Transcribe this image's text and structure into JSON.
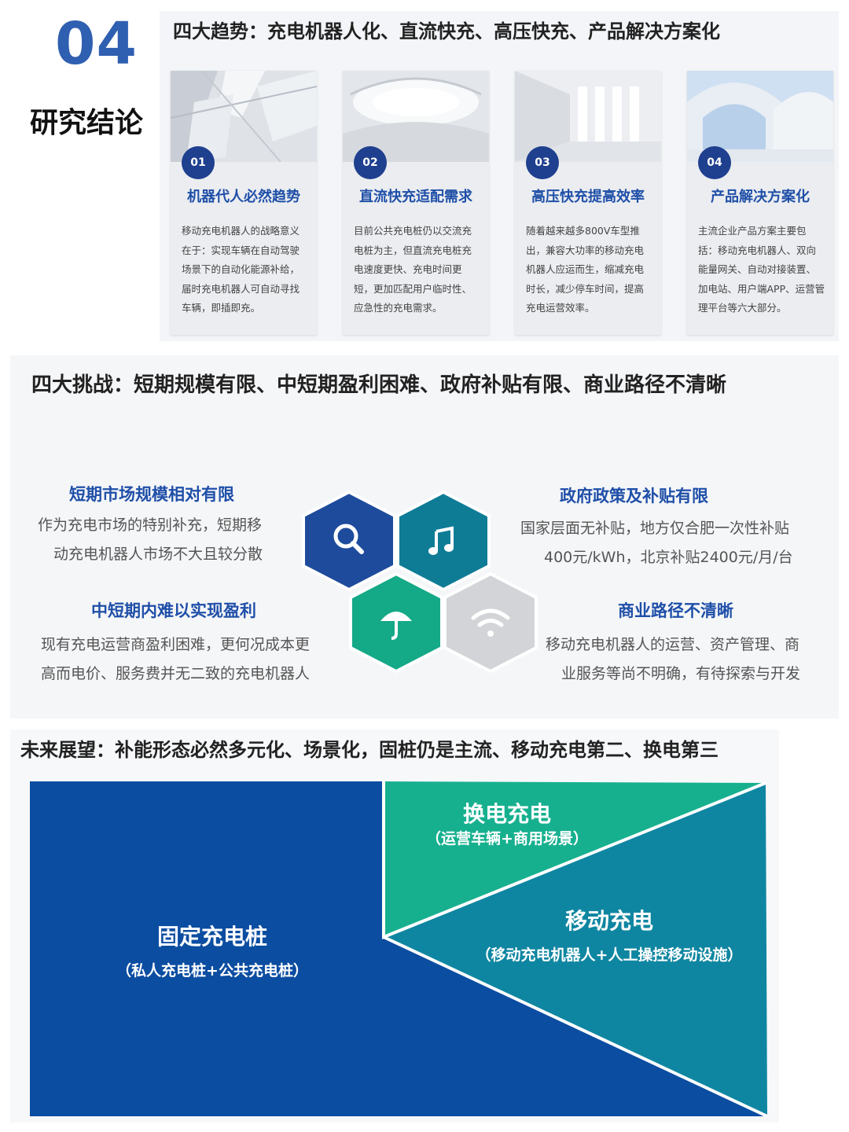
{
  "section": {
    "number": "04",
    "title": "研究结论"
  },
  "trends": {
    "heading": "四大趋势：充电机器人化、直流快充、高压快充、产品解决方案化",
    "cards": [
      {
        "badge": "01",
        "title": "机器代人必然趋势",
        "body": "移动充电机器人的战略意义在于：实现车辆在自动驾驶场景下的自动化能源补给，届时充电机器人可自动寻找车辆，即插即充。"
      },
      {
        "badge": "02",
        "title": "直流快充适配需求",
        "body": "目前公共充电桩仍以交流充电桩为主，但直流充电桩充电速度更快、充电时间更短，更加匹配用户临时性、应急性的充电需求。"
      },
      {
        "badge": "03",
        "title": "高压快充提高效率",
        "body": "随着越来越多800V车型推出，兼容大功率的移动充电机器人应运而生，缩减充电时长，减少停车时间，提高充电运营效率。"
      },
      {
        "badge": "04",
        "title": "产品解决方案化",
        "body": "主流企业产品方案主要包括：移动充电机器人、双向能量网关、自动对接装置、加电站、用户端APP、运营管理平台等六大部分。"
      }
    ]
  },
  "challenges": {
    "heading": "四大挑战：短期规模有限、中短期盈利困难、政府补贴有限、商业路径不清晰",
    "items": [
      {
        "title": "短期市场规模相对有限",
        "text": [
          "作为充电市场的特别补充，短期移",
          "动充电机器人市场不大且较分散"
        ]
      },
      {
        "title": "政府政策及补贴有限",
        "text": [
          "国家层面无补贴，地方仅合肥一次性补贴",
          "400元/kWh，北京补贴2400元/月/台"
        ]
      },
      {
        "title": "中短期内难以实现盈利",
        "text": [
          "现有充电运营商盈利困难，更何况成本更",
          "高而电价、服务费并无二致的充电机器人"
        ]
      },
      {
        "title": "商业路径不清晰",
        "text": [
          "移动充电机器人的运营、资产管理、商",
          "业服务等尚不明确，有待探索与开发"
        ]
      }
    ],
    "hex_icons": [
      "search-icon",
      "music-note-icon",
      "umbrella-icon",
      "wifi-icon"
    ],
    "hex_colors": [
      "#1e4b9c",
      "#0f7c96",
      "#14a987",
      "#d2d4d7"
    ]
  },
  "outlook": {
    "heading": "未来展望：补能形态必然多元化、场景化，固桩仍是主流、移动充电第二、换电第三",
    "segments": [
      {
        "title": "固定充电桩",
        "subtitle": "（私人充电桩+公共充电桩）",
        "color": "#0b4da1"
      },
      {
        "title": "换电充电",
        "subtitle": "（运营车辆+商用场景）",
        "color": "#17b08f"
      },
      {
        "title": "移动充电",
        "subtitle": "（移动充电机器人+人工操控移动设施）",
        "color": "#0f86a1"
      }
    ]
  }
}
